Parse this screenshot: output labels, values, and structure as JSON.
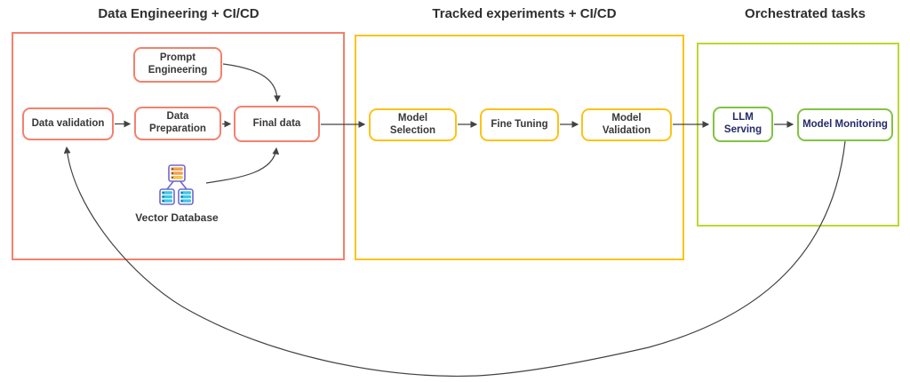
{
  "diagram": {
    "sections": [
      {
        "title": "Data Engineering + CI/CD",
        "nodes": [
          {
            "label": "Data validation"
          },
          {
            "label": "Prompt Engineering"
          },
          {
            "label": "Data Preparation"
          },
          {
            "label": "Final data"
          }
        ],
        "icon": {
          "name": "vector-database-icon",
          "label": "Vector Database"
        }
      },
      {
        "title": "Tracked experiments + CI/CD",
        "nodes": [
          {
            "label": "Model Selection"
          },
          {
            "label": "Fine Tuning"
          },
          {
            "label": "Model Validation"
          }
        ]
      },
      {
        "title": "Orchestrated tasks",
        "nodes": [
          {
            "label": "LLM Serving"
          },
          {
            "label": "Model Monitoring"
          }
        ]
      }
    ],
    "flow": [
      "Data validation -> Data Preparation -> Final data",
      "Prompt Engineering -> Final data",
      "Vector Database -> Final data",
      "Final data -> Model Selection -> Fine Tuning -> Model Validation -> LLM Serving -> Model Monitoring",
      "Model Monitoring -> Data validation (feedback loop)"
    ]
  },
  "colors": {
    "section1_border": "#f4816c",
    "section2_border": "#fdc216",
    "section3_border": "#bcd732",
    "green_node_border": "#82c341",
    "navy_text": "#232a68",
    "label_text": "#383838",
    "title_text": "#2f2f2f",
    "arrow": "#434343",
    "db_purple": "#7166cf",
    "db_orange": "#f5a04c",
    "db_gold": "#f6c14e",
    "db_cyan": "#3cc7e8"
  }
}
